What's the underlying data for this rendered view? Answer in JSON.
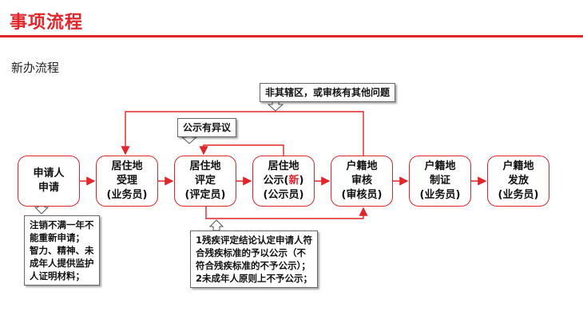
{
  "header": {
    "title": "事项流程",
    "subtitle": "新办流程"
  },
  "steps": [
    {
      "lines": [
        "申请人",
        "申请"
      ]
    },
    {
      "lines": [
        "居住地",
        "受理",
        "(业务员)"
      ]
    },
    {
      "lines": [
        "居住地",
        "评定",
        "(评定员)"
      ]
    },
    {
      "lines_mixed": {
        "l1": "居住地",
        "l2a": "公示(",
        "l2b": "新",
        "l2c": ")",
        "l3": "(公示员)"
      }
    },
    {
      "lines": [
        "户籍地",
        "审核",
        "(审核员)"
      ]
    },
    {
      "lines": [
        "户籍地",
        "制证",
        "(业务员)"
      ]
    },
    {
      "lines": [
        "户籍地",
        "发放",
        "(业务员)"
      ]
    }
  ],
  "notes": {
    "rejected": "非其辖区，或审核有其他问题",
    "objection": "公示有异议",
    "applicant_note": [
      "注销不满一年不",
      "能重新申请；",
      "智力、精神、未",
      "成年人提供监护",
      "人证明材料；"
    ],
    "assessment_note": [
      "1残疾评定结论认定申请人符",
      "合残疾标准的予以公示（不",
      "符合残疾标准的不予公示）；",
      "2未成年人原则上不予公示；"
    ]
  },
  "colors": {
    "accent": "#e0262b"
  }
}
